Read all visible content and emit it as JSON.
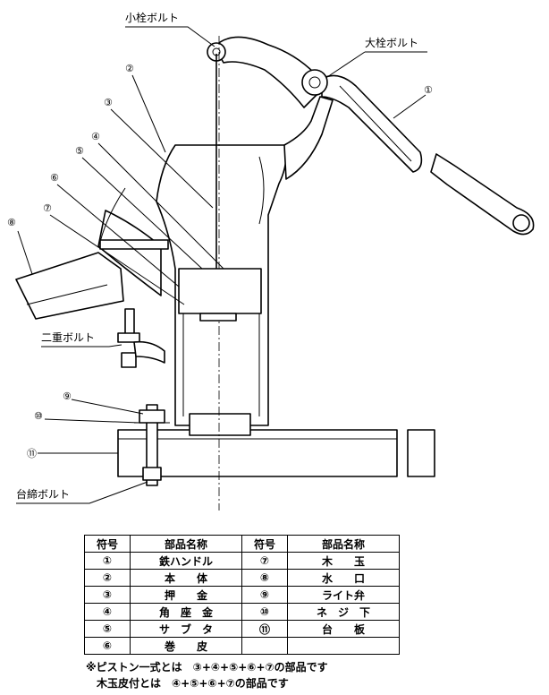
{
  "labels": {
    "small_bolt": "小栓ボルト",
    "large_bolt": "大栓ボルト",
    "double_bolt": "二重ボルト",
    "base_bolt": "台締ボルト"
  },
  "markers": [
    "①",
    "②",
    "③",
    "④",
    "⑤",
    "⑥",
    "⑦",
    "⑧",
    "⑨",
    "⑩",
    "⑪"
  ],
  "table": {
    "headers": [
      "符号",
      "部品名称",
      "符号",
      "部品名称"
    ],
    "rows": [
      [
        "①",
        "鉄ハンドル",
        "⑦",
        "木　　玉"
      ],
      [
        "②",
        "本　　体",
        "⑧",
        "水　　口"
      ],
      [
        "③",
        "押　　金",
        "⑨",
        "ライト弁"
      ],
      [
        "④",
        "角　座　金",
        "⑩",
        "ネ　ジ　下"
      ],
      [
        "⑤",
        "サ　ブ　タ",
        "⑪",
        "台　　板"
      ],
      [
        "⑥",
        "巻　　皮",
        "",
        ""
      ]
    ]
  },
  "notes": [
    "※ピストン一式とは　③+④+⑤+⑥+⑦の部品です",
    "　木玉皮付とは　④+⑤+⑥+⑦の部品です"
  ]
}
